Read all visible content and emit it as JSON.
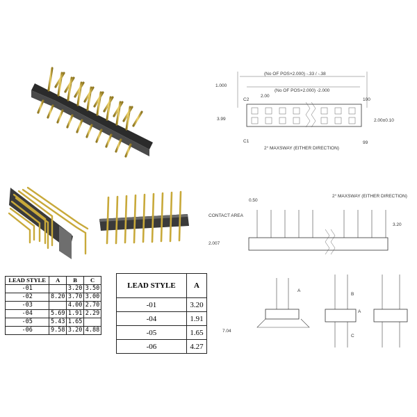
{
  "top_drawing": {
    "dim_overall": "(No OF POS×2.000) -.33 / -.38",
    "dim_pitch_row": "(No OF POS×2.000) -2.000",
    "dim_pitch": "2.00",
    "dim_left": "1.000",
    "dim_height": "3.99",
    "dim_row_spacing": "2.00±0.10",
    "label_c2": "C2",
    "label_c100": "100",
    "label_c1": "C1",
    "label_c99": "99",
    "sway_note": "2° MAXSWAY (EITHER DIRECTION)"
  },
  "side_drawing": {
    "dim_tip": "0.50",
    "contact_area": "CONTACT AREA",
    "sway_note": "2° MAXSWAY (EITHER DIRECTION)",
    "dim_pin": "3.20",
    "dim_body": "2.007"
  },
  "end_views": {
    "label_a": "A",
    "label_b": "B",
    "label_c": "C",
    "dim_width": "7.04"
  },
  "table1": {
    "headers": [
      "LEAD STYLE",
      "A",
      "B",
      "C"
    ],
    "rows": [
      [
        "-01",
        "",
        "3.20",
        "3.50"
      ],
      [
        "-02",
        "8.20",
        "3.70",
        "3.00"
      ],
      [
        "-03",
        "",
        "4.00",
        "2.70"
      ],
      [
        "-04",
        "5.69",
        "1.91",
        "2.29"
      ],
      [
        "-05",
        "5.43",
        "1.65",
        ""
      ],
      [
        "-06",
        "9.58",
        "3.20",
        "4.88"
      ]
    ]
  },
  "table2": {
    "headers": [
      "LEAD STYLE",
      "A"
    ],
    "rows": [
      [
        "-01",
        "3.20"
      ],
      [
        "-04",
        "1.91"
      ],
      [
        "-05",
        "1.65"
      ],
      [
        "-06",
        "4.27"
      ]
    ]
  },
  "colors": {
    "pin_gold": "#c8a93a",
    "pin_shadow": "#8c7420",
    "body_black": "#2b2b2b",
    "body_gray": "#6e6e6e"
  }
}
